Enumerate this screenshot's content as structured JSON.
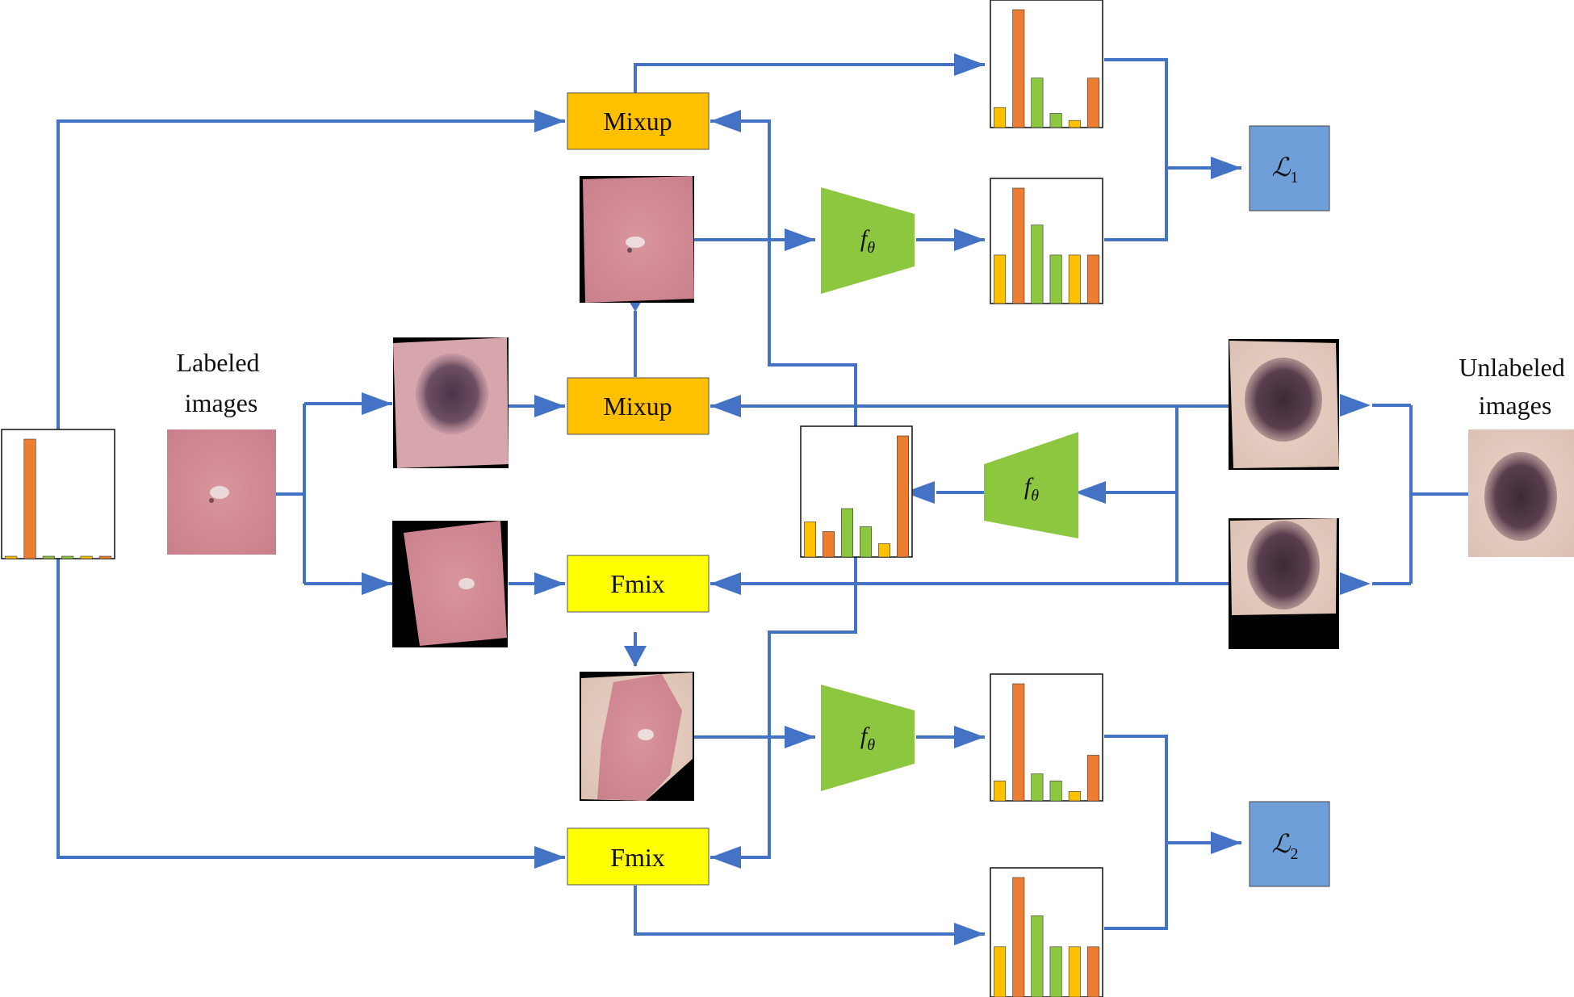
{
  "labels": {
    "labeled": [
      "Labeled",
      "images"
    ],
    "unlabeled": [
      "Unlabeled",
      "images"
    ]
  },
  "ops": {
    "mixup_top": "Mixup",
    "mixup_mid": "Mixup",
    "fmix_mid": "Fmix",
    "fmix_bottom": "Fmix"
  },
  "network": {
    "symbol": "f",
    "subscript": "θ"
  },
  "losses": {
    "l1": {
      "symbol": "ℒ",
      "subscript": "1"
    },
    "l2": {
      "symbol": "ℒ",
      "subscript": "2"
    }
  },
  "colors": {
    "arrow": "#4472c4",
    "mixup": "#ffc000",
    "fmix": "#ffff00",
    "network": "#8dc63f",
    "loss": "#6f9fd8",
    "bar_orange": "#ed7d31",
    "bar_yellow": "#ffc000",
    "bar_green": "#8dc63f"
  },
  "histograms": {
    "label_onehot": [
      0.02,
      1.0,
      0.02,
      0.02,
      0.02,
      0.02
    ],
    "top_mixed_target": [
      0.17,
      1.0,
      0.42,
      0.12,
      0.06,
      0.42
    ],
    "top_prediction": [
      0.42,
      1.0,
      0.68,
      0.42,
      0.42,
      0.42
    ],
    "guessed_label": [
      0.29,
      0.21,
      0.4,
      0.25,
      0.11,
      1.0
    ],
    "bottom_prediction": [
      0.17,
      1.0,
      0.23,
      0.17,
      0.08,
      0.39
    ],
    "bottom_mixed_target": [
      0.42,
      1.0,
      0.68,
      0.42,
      0.42,
      0.42
    ]
  }
}
